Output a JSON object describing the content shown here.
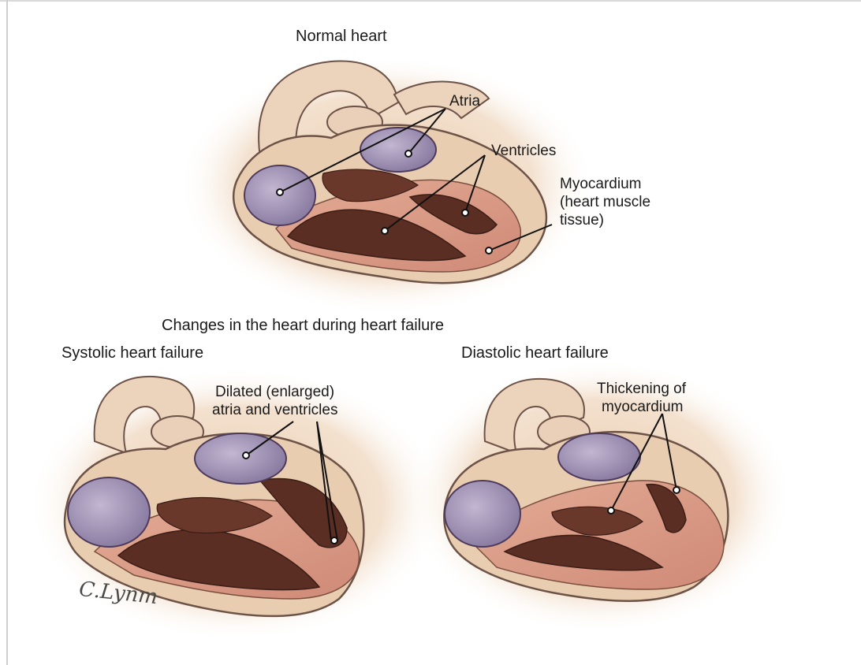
{
  "figure": {
    "title_normal": "Normal heart",
    "subtitle_changes": "Changes in the heart during heart failure",
    "title_systolic": "Systolic heart failure",
    "title_diastolic": "Diastolic heart failure",
    "labels": {
      "atria": "Atria",
      "ventricles": "Ventricles",
      "myocardium_l1": "Myocardium",
      "myocardium_l2": "(heart muscle",
      "myocardium_l3": "tissue)",
      "dilated_l1": "Dilated (enlarged)",
      "dilated_l2": "atria and ventricles",
      "thickening_l1": "Thickening of",
      "thickening_l2": "myocardium"
    },
    "signature": "C.Lynm"
  },
  "colors": {
    "halo": "#f1dcc7",
    "outer": "#e9cdb1",
    "muscle": "#d99a86",
    "chamber": "#5a2e23",
    "atrium": "#a99bbb",
    "outline": "#6d5347"
  }
}
